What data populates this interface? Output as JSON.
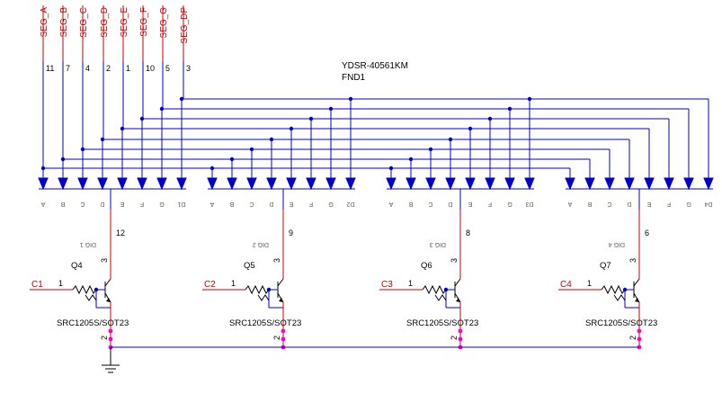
{
  "segments": [
    {
      "label": "SEG_A",
      "pin": "11"
    },
    {
      "label": "SEG_B",
      "pin": "7"
    },
    {
      "label": "SEG_C",
      "pin": "4"
    },
    {
      "label": "SEG_D",
      "pin": "2"
    },
    {
      "label": "SEG_E",
      "pin": "1"
    },
    {
      "label": "SEG_F",
      "pin": "10"
    },
    {
      "label": "SEG_G",
      "pin": "5"
    },
    {
      "label": "SEG_DP",
      "pin": "3"
    }
  ],
  "component": {
    "part": "YDSR-40561KM",
    "ref": "FND1"
  },
  "diode_labels": [
    "A",
    "B",
    "C",
    "D",
    "E",
    "F",
    "G",
    "D2"
  ],
  "digits": [
    {
      "dig": "DIG 1",
      "pin": "12",
      "transistor": "Q4",
      "net": "C1",
      "base_pin": "1",
      "collector_pin": "3",
      "emitter_pin": "2",
      "part": "SRC1205S/SOT23",
      "dp_label": "D1"
    },
    {
      "dig": "DIG 2",
      "pin": "9",
      "transistor": "Q5",
      "net": "C2",
      "base_pin": "1",
      "collector_pin": "3",
      "emitter_pin": "2",
      "part": "SRC1205S/SOT23",
      "dp_label": "D2"
    },
    {
      "dig": "DIG 3",
      "pin": "8",
      "transistor": "Q6",
      "net": "C3",
      "base_pin": "1",
      "collector_pin": "3",
      "emitter_pin": "2",
      "part": "SRC1205S/SOT23",
      "dp_label": "D3"
    },
    {
      "dig": "DIG 4",
      "pin": "6",
      "transistor": "Q7",
      "net": "C4",
      "base_pin": "1",
      "collector_pin": "3",
      "emitter_pin": "2",
      "part": "SRC1205S/SOT23",
      "dp_label": "D4"
    }
  ],
  "colors": {
    "wire": "#0000cc",
    "label": "#cc0000",
    "junction": "#ff00cc",
    "symbol": "#000000"
  }
}
